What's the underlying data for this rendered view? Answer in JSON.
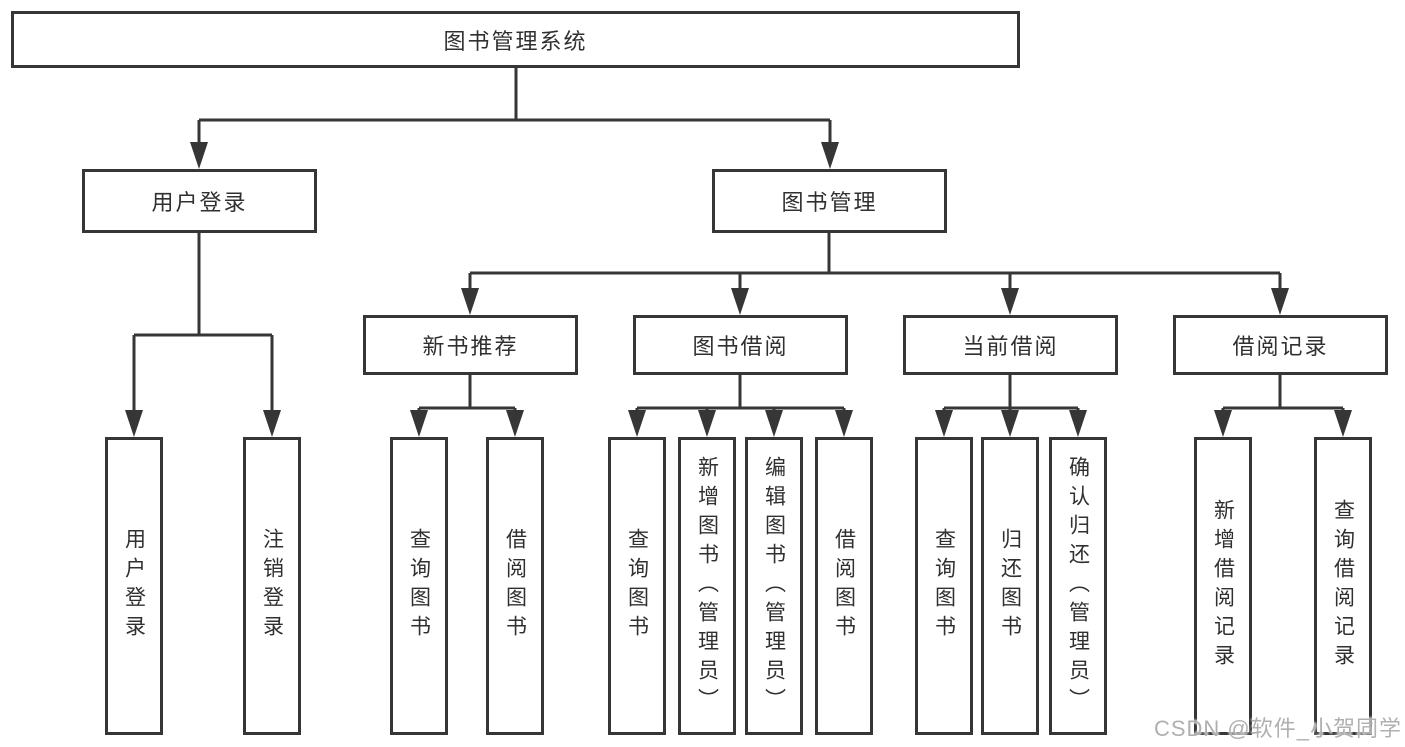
{
  "colors": {
    "line": "#363636",
    "text": "#303030",
    "box_bg": "#ffffff",
    "canvas_bg": "#ffffff",
    "watermark": "#b0b0b0"
  },
  "tree": {
    "root": {
      "label": "图书管理系统"
    },
    "children": [
      {
        "label": "用户登录",
        "leaves": [
          {
            "label": "用户登录"
          },
          {
            "label": "注销登录"
          }
        ]
      },
      {
        "label": "图书管理",
        "children": [
          {
            "label": "新书推荐",
            "leaves": [
              {
                "label": "查询图书"
              },
              {
                "label": "借阅图书"
              }
            ]
          },
          {
            "label": "图书借阅",
            "leaves": [
              {
                "label": "查询图书"
              },
              {
                "label": "新增图书（管理员）"
              },
              {
                "label": "编辑图书（管理员）"
              },
              {
                "label": "借阅图书"
              }
            ]
          },
          {
            "label": "当前借阅",
            "leaves": [
              {
                "label": "查询图书"
              },
              {
                "label": "归还图书"
              },
              {
                "label": "确认归还（管理员）"
              }
            ]
          },
          {
            "label": "借阅记录",
            "leaves": [
              {
                "label": "新增借阅记录"
              },
              {
                "label": "查询借阅记录"
              }
            ]
          }
        ]
      }
    ]
  },
  "watermark": {
    "text": "CSDN @软件_小贺同学"
  }
}
